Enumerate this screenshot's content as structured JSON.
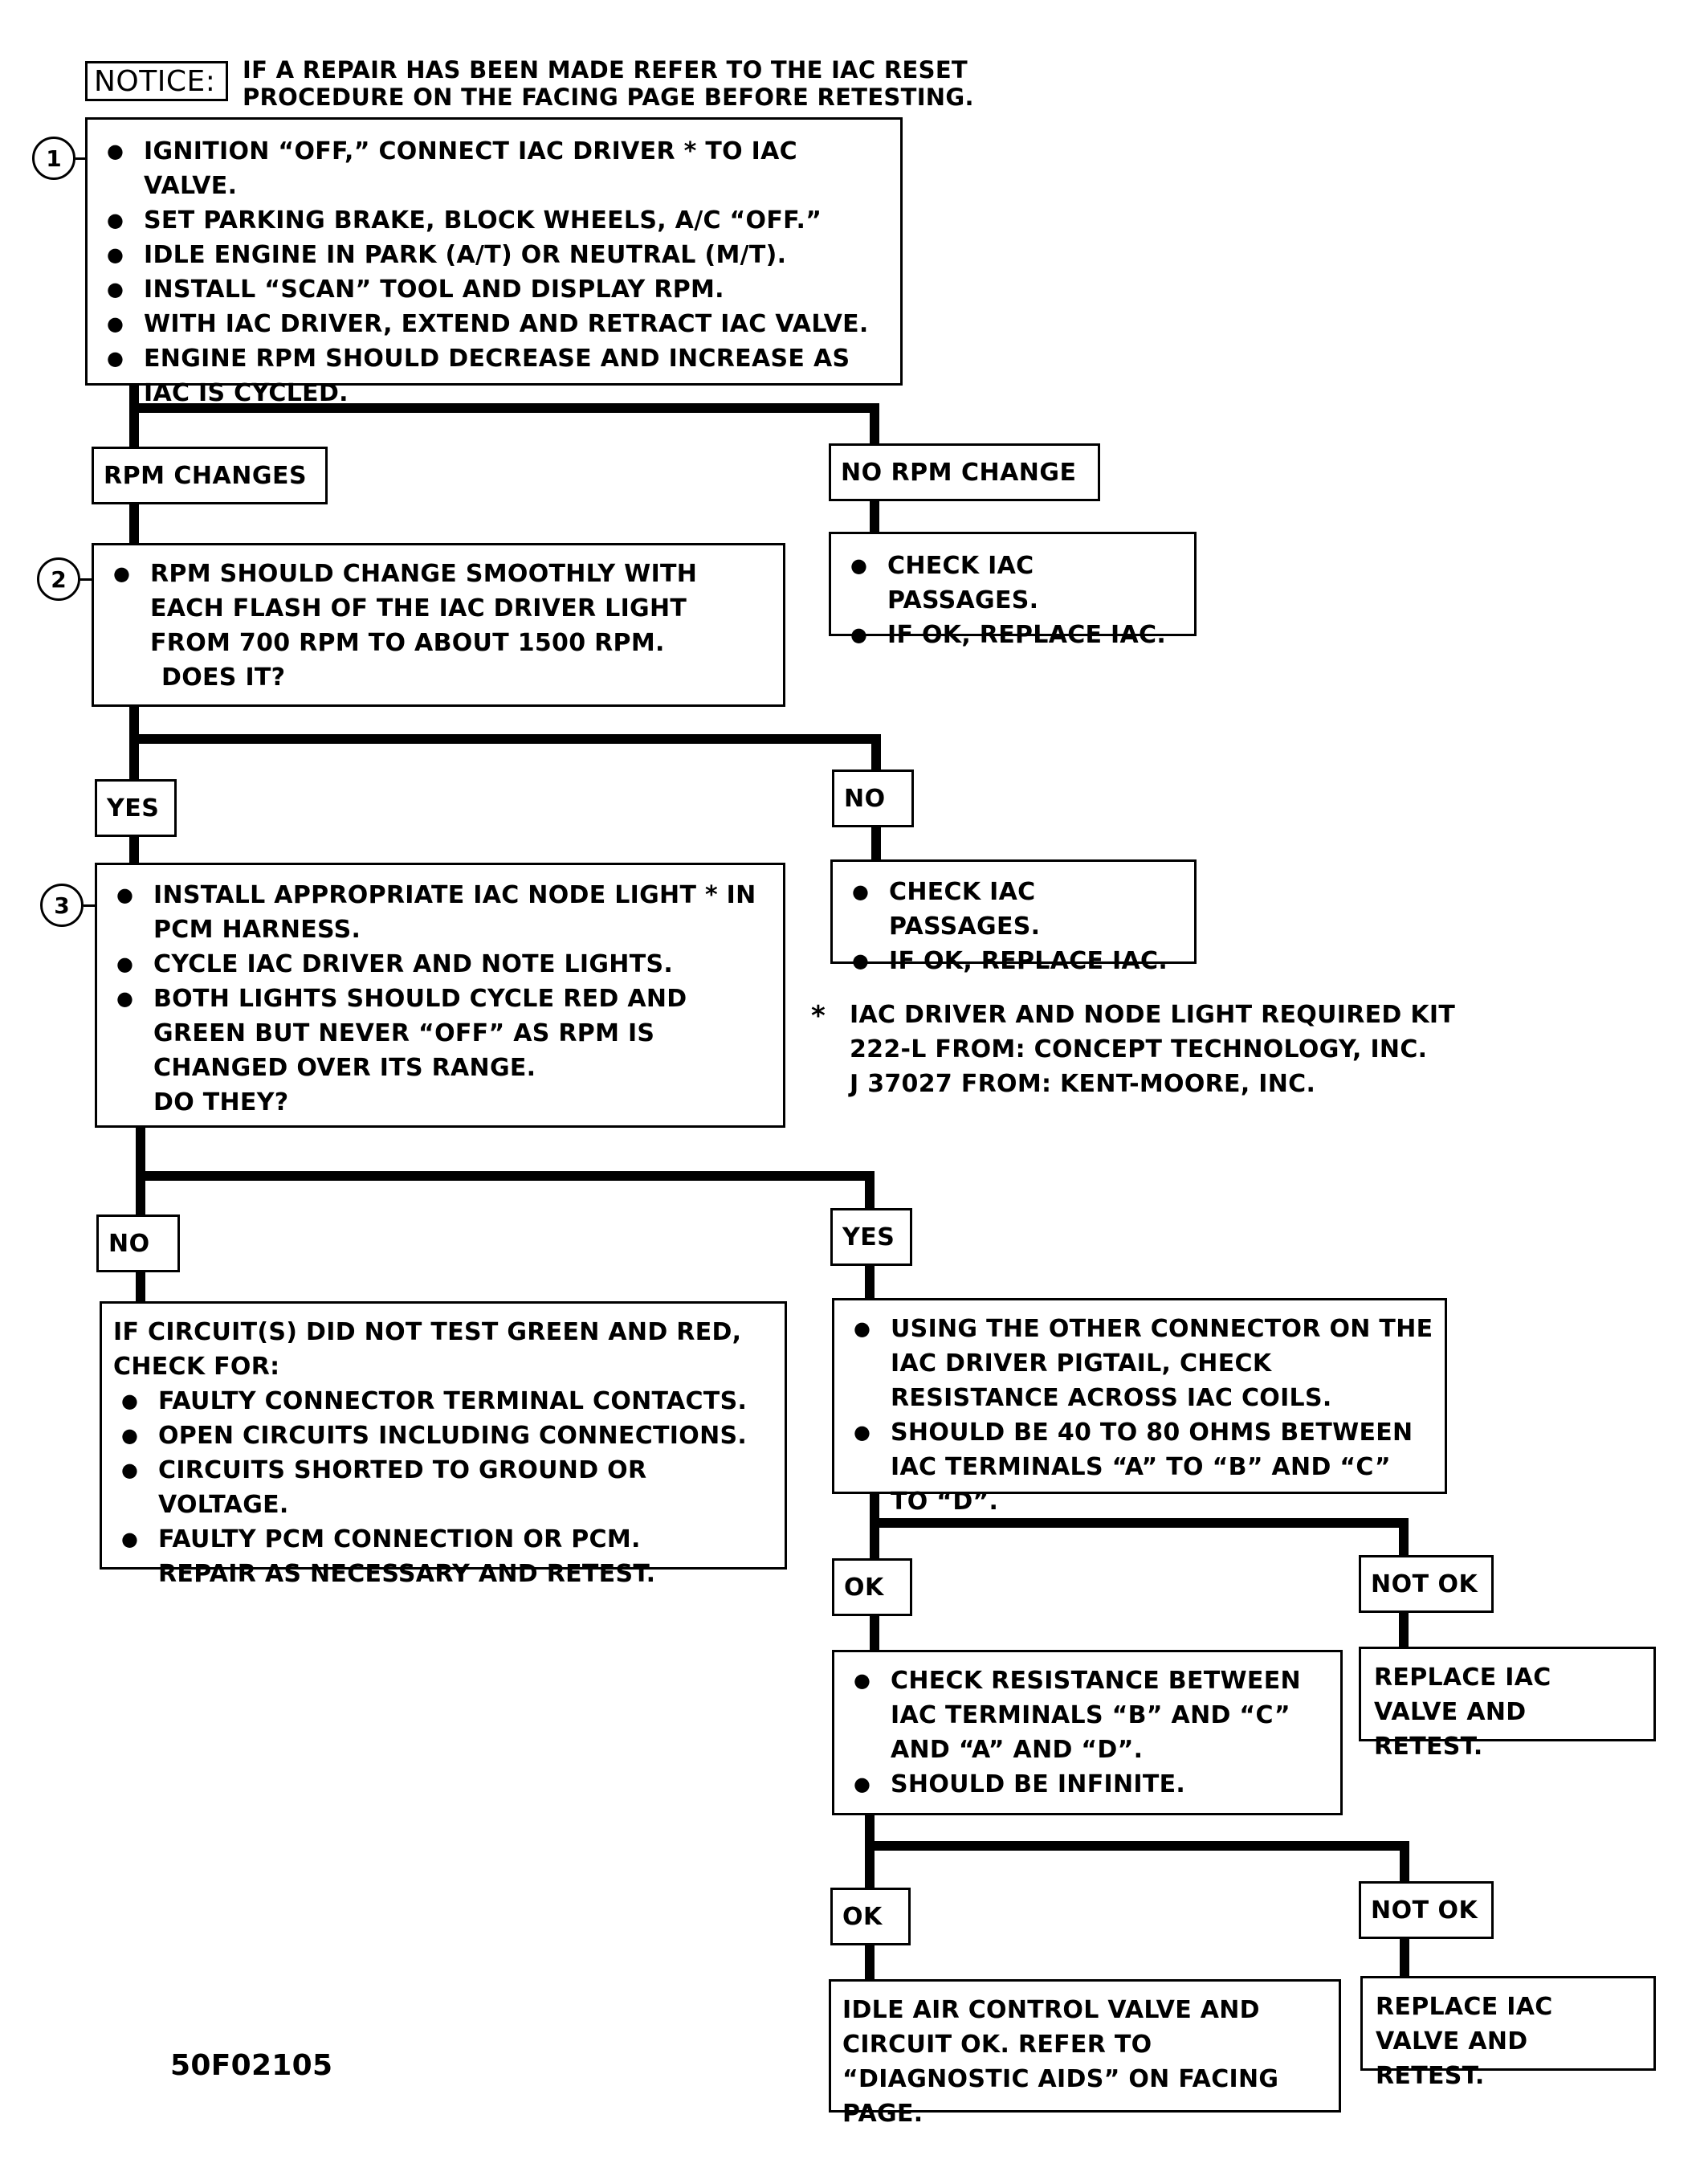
{
  "notice": {
    "label": "NOTICE:",
    "line1": "IF A REPAIR HAS BEEN  MADE REFER TO THE IAC RESET",
    "line2": "PROCEDURE ON THE FACING  PAGE BEFORE RETESTING."
  },
  "step1": {
    "number": "1",
    "items": [
      "IGNITION “OFF,” CONNECT IAC DRIVER * TO IAC VALVE.",
      "SET PARKING BRAKE, BLOCK WHEELS, A/C “OFF.”",
      "IDLE ENGINE IN PARK (A/T) OR NEUTRAL (M/T).",
      "INSTALL “SCAN” TOOL AND DISPLAY RPM.",
      "WITH IAC DRIVER, EXTEND AND RETRACT IAC VALVE.",
      "ENGINE RPM SHOULD DECREASE AND INCREASE AS IAC IS CYCLED."
    ]
  },
  "branch1": {
    "left": "RPM CHANGES",
    "right": "NO RPM CHANGE"
  },
  "no_rpm_box": {
    "items": [
      "CHECK IAC PASSAGES.",
      "IF OK, REPLACE IAC."
    ]
  },
  "step2": {
    "number": "2",
    "item": "RPM SHOULD CHANGE SMOOTHLY WITH EACH FLASH OF THE IAC DRIVER LIGHT FROM 700 RPM TO ABOUT 1500 RPM.",
    "question": "DOES IT?"
  },
  "branch2": {
    "left": "YES",
    "right": "NO"
  },
  "no2_box": {
    "items": [
      "CHECK IAC PASSAGES.",
      "IF OK, REPLACE IAC."
    ]
  },
  "step3": {
    "number": "3",
    "items": [
      "INSTALL APPROPRIATE IAC NODE LIGHT * IN PCM HARNESS.",
      "CYCLE IAC DRIVER AND NOTE LIGHTS.",
      "BOTH LIGHTS SHOULD CYCLE RED AND GREEN BUT NEVER “OFF” AS RPM IS CHANGED OVER ITS RANGE."
    ],
    "question": "DO THEY?"
  },
  "footnote": {
    "marker": "*",
    "line1": "IAC DRIVER AND NODE LIGHT REQUIRED KIT",
    "line2": "222-L FROM:  CONCEPT TECHNOLOGY, INC.",
    "line3": "J 37027 FROM:  KENT-MOORE, INC."
  },
  "branch3": {
    "left": "NO",
    "right": "YES"
  },
  "no3_box": {
    "intro": "IF CIRCUIT(S) DID NOT TEST GREEN AND RED, CHECK FOR:",
    "items": [
      "FAULTY CONNECTOR TERMINAL CONTACTS.",
      "OPEN CIRCUITS INCLUDING CONNECTIONS.",
      "CIRCUITS SHORTED TO GROUND OR VOLTAGE.",
      "FAULTY PCM CONNECTION OR PCM."
    ],
    "outro": "REPAIR AS NECESSARY AND RETEST."
  },
  "yes3_box": {
    "items": [
      "USING THE OTHER CONNECTOR ON THE IAC DRIVER PIGTAIL, CHECK RESISTANCE ACROSS IAC COILS.",
      "SHOULD BE 40 TO 80 OHMS BETWEEN IAC TERMINALS “A” TO “B” AND “C” TO “D”."
    ]
  },
  "branch4": {
    "left": "OK",
    "right": "NOT OK"
  },
  "replace1": {
    "text": "REPLACE IAC VALVE AND RETEST."
  },
  "check_box": {
    "items": [
      "CHECK RESISTANCE BETWEEN IAC TERMINALS “B” AND “C” AND “A” AND “D”.",
      "SHOULD BE INFINITE."
    ]
  },
  "branch5": {
    "left": "OK",
    "right": "NOT OK"
  },
  "final_ok": {
    "text": "IDLE AIR CONTROL VALVE AND CIRCUIT OK.  REFER TO “DIAGNOSTIC AIDS” ON FACING PAGE."
  },
  "replace2": {
    "text": "REPLACE IAC VALVE AND RETEST."
  },
  "figure_id": "50F02105"
}
